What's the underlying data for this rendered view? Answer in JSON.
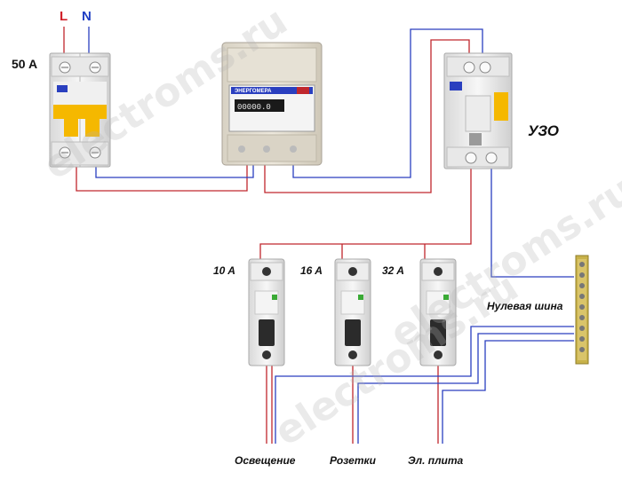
{
  "labels": {
    "L": "L",
    "N": "N",
    "main_breaker_rating": "50 A",
    "rcd": "УЗО",
    "neutral_bus": "Нулевая шина",
    "breaker_1_rating": "10 A",
    "breaker_2_rating": "16 A",
    "breaker_3_rating": "32 A",
    "circuit_lighting": "Освещение",
    "circuit_sockets": "Розетки",
    "circuit_stove": "Эл. плита"
  },
  "meter": {
    "brand": "ЭНЕРГОМЕРА",
    "reading": "00000.0"
  },
  "watermark": "electroms.ru",
  "colors": {
    "phase_wire": "#c0272d",
    "neutral_wire": "#2a3fbf",
    "label_L": "#d0202a",
    "label_N": "#1f3ec4",
    "breaker_handle": "#f5b800",
    "rcd_handle": "#f5b800",
    "schneider_green": "#3aaa35"
  }
}
